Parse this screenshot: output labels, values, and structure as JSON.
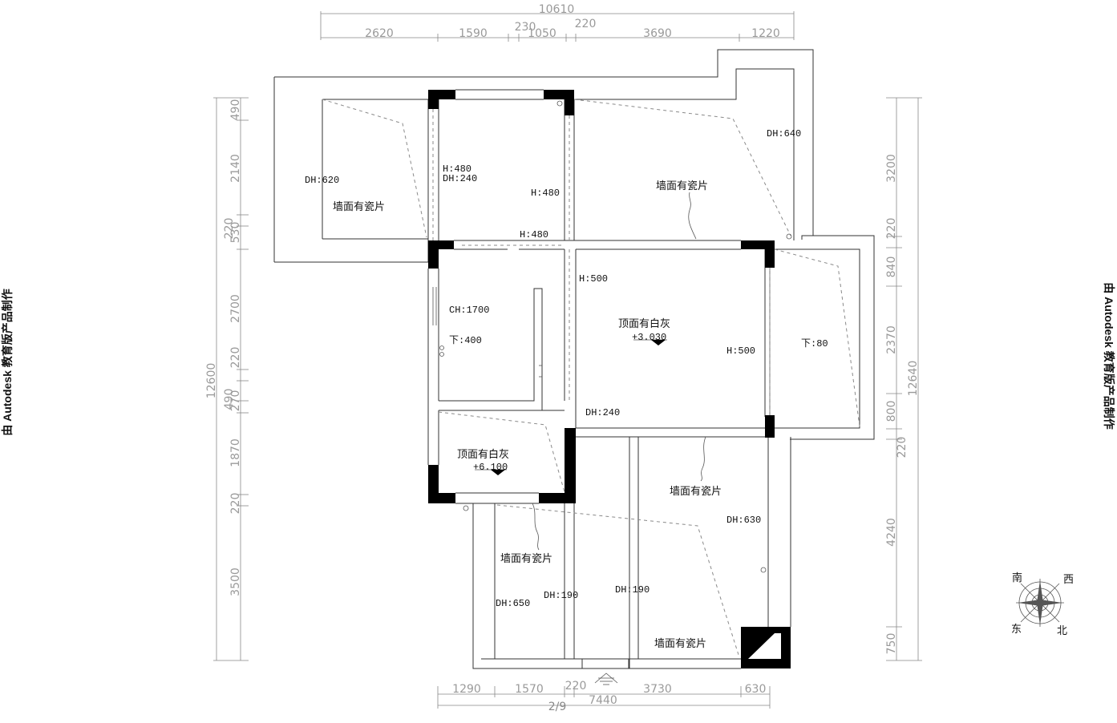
{
  "watermark": {
    "left": "由 Autodesk 教育版产品制作",
    "right": "由 Autodesk 教育版产品制作"
  },
  "dimensions": {
    "top_total": "10610",
    "top_segments": [
      "2620",
      "1590",
      "230",
      "1050",
      "220",
      "3690",
      "1220"
    ],
    "left_total": "12600",
    "left_segments": [
      "490",
      "2140",
      "220",
      "530",
      "2700",
      "220",
      "490",
      "270",
      "1870",
      "220",
      "3500"
    ],
    "right_total": "12640",
    "right_segments": [
      "3200",
      "220",
      "840",
      "2370",
      "800",
      "220",
      "4240",
      "750"
    ],
    "bottom_total": "7440",
    "bottom_segments": [
      "1290",
      "1570",
      "220",
      "3730",
      "630"
    ]
  },
  "labels": {
    "dh620": "DH:620",
    "tile_wall_1": "墙面有瓷片",
    "h480_1": "H:480",
    "dh240_1": "DH:240",
    "h480_2": "H:480",
    "h480_3": "H:480",
    "dh640": "DH:640",
    "tile_wall_2": "墙面有瓷片",
    "h500_1": "H:500",
    "ch1700": "CH:1700",
    "down400": "下:400",
    "ceiling_1": "顶面有白灰",
    "elev_1": "+3.030",
    "h500_2": "H:500",
    "down80": "下:80",
    "dh240_2": "DH:240",
    "ceiling_2": "顶面有白灰",
    "elev_2": "+6.100",
    "tile_wall_3": "墙面有瓷片",
    "dh630": "DH:630",
    "tile_wall_4": "墙面有瓷片",
    "dh650": "DH:650",
    "dh190_1": "DH:190",
    "dh190_2": "DH:190",
    "tile_wall_5": "墙面有瓷片"
  },
  "compass": {
    "south": "南",
    "west": "西",
    "east": "东",
    "north": "北"
  },
  "page_number": "2/9"
}
